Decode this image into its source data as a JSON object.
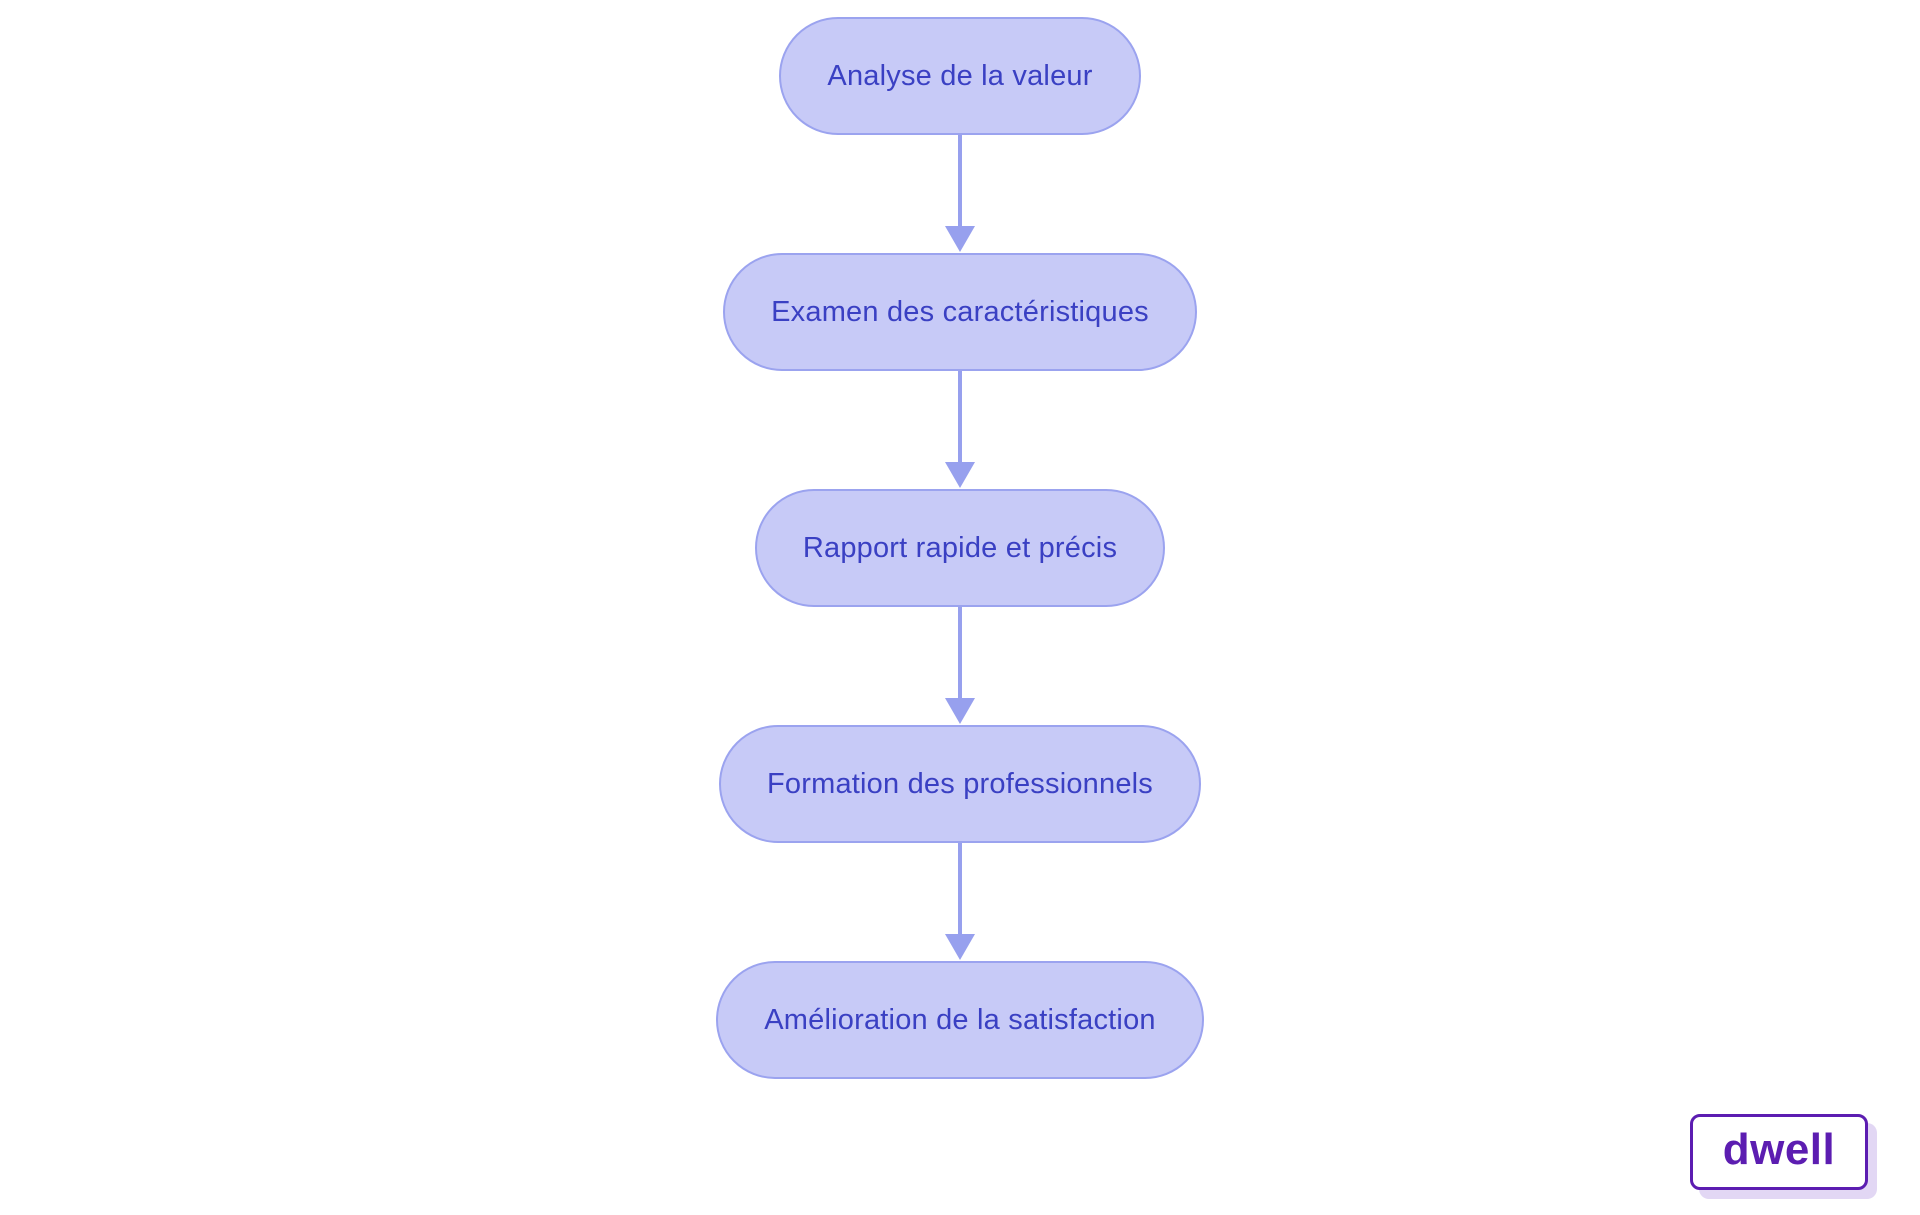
{
  "flowchart": {
    "type": "vertical-flowchart",
    "direction": "top-down",
    "nodes": [
      {
        "id": 0,
        "label": "Analyse de la valeur"
      },
      {
        "id": 1,
        "label": "Examen des caractéristiques"
      },
      {
        "id": 2,
        "label": "Rapport rapide et précis"
      },
      {
        "id": 3,
        "label": "Formation des professionnels"
      },
      {
        "id": 4,
        "label": "Amélioration de la satisfaction"
      }
    ],
    "edges": [
      {
        "from": 0,
        "to": 1
      },
      {
        "from": 1,
        "to": 2
      },
      {
        "from": 2,
        "to": 3
      },
      {
        "from": 3,
        "to": 4
      }
    ]
  },
  "colors": {
    "background": "#ffffff",
    "node_fill": "#c7caf7",
    "node_border": "#9ba3ef",
    "node_text": "#3a40c3",
    "arrow": "#97a0ee",
    "logo_purple": "#5c1db1",
    "logo_shadow": "#e2d7f4"
  },
  "logo": {
    "text": "dwell"
  }
}
